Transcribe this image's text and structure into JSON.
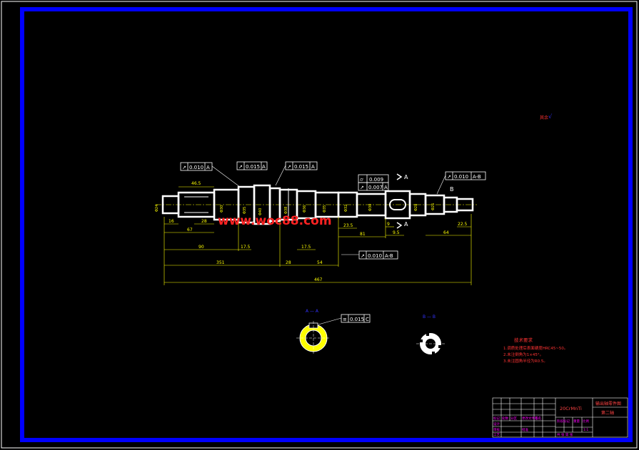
{
  "colors": {
    "background": "#000000",
    "outer_frame": "#ffffff",
    "inner_frame": "#0000ff",
    "part": "#ffffff",
    "dimension": "#ffff00",
    "section_label": "#3333ff",
    "notes": "#ff3333",
    "title_block": "#ffffff",
    "title_text": "#ff00ff",
    "watermark": "#ff2222"
  },
  "roughness_note": "其余",
  "watermark": "www.woc88.com",
  "tolerance_frames": [
    {
      "symbol": "↗",
      "value": "0.010",
      "datum": "A"
    },
    {
      "symbol": "↗",
      "value": "0.015",
      "datum": "A"
    },
    {
      "symbol": "↗",
      "value": "0.015",
      "datum": "A"
    },
    {
      "symbol": "⌭",
      "value": "0.009",
      "datum": ""
    },
    {
      "symbol": "↗",
      "value": "0.007",
      "datum": "A"
    },
    {
      "symbol": "↗",
      "value": "0.010",
      "datum": "A-B"
    },
    {
      "symbol": "↗",
      "value": "0.010",
      "datum": "A-B"
    },
    {
      "symbol": "≡",
      "value": "0.015",
      "datum": "C"
    }
  ],
  "dimensions": {
    "d16": "16",
    "d67": "67",
    "d28a": "28",
    "d90": "90",
    "d175a": "17.5",
    "d175b": "17.5",
    "d351": "351",
    "d28b": "28",
    "d54": "54",
    "d235": "23.5",
    "d81": "81",
    "d9": "9",
    "d95": "9.5",
    "d64": "64",
    "d225": "22.5",
    "d467": "467",
    "d465": "46.5"
  },
  "section_labels": {
    "a": "A — A",
    "b": "B — B",
    "a_cut": "A",
    "b_cut": "B"
  },
  "notes": {
    "title": "技术要求",
    "lines": [
      "1.调质处理后表面硬度HRC45~50。",
      "2.未注倒角为1×45°。",
      "3.未注圆角半径为R0.5。"
    ]
  },
  "title_block": {
    "material": "20CrMnTi",
    "part_name": "输出轴零件图",
    "drawing_no": "第二轴",
    "labels": [
      "标记",
      "处数",
      "分区",
      "更改文件号",
      "签名",
      "设计",
      "审核",
      "工艺",
      "批准"
    ],
    "stage": "阶段标记",
    "weight": "重量",
    "scale": "比例",
    "scale_value": "1:1",
    "sheets": "共 张 第 张"
  }
}
